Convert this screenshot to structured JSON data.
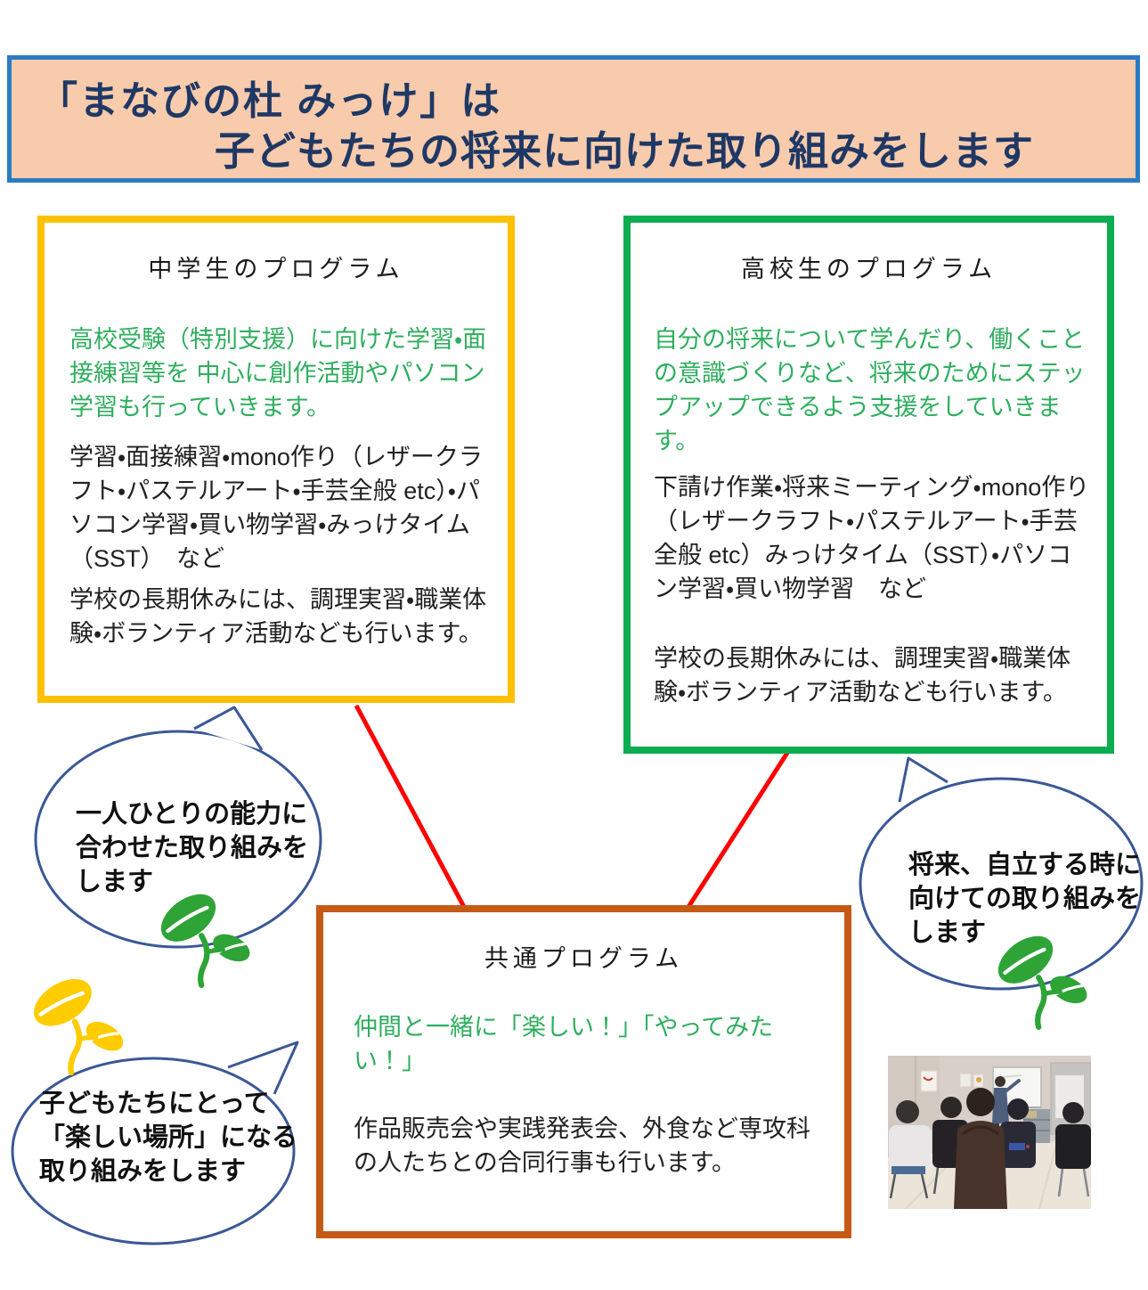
{
  "header": {
    "line1": "「まなびの杜 みっけ」は",
    "line2": "子どもたちの将来に向けた取り組みをします"
  },
  "boxes": {
    "junior": {
      "title": "中学生のプログラム",
      "lead": "高校受験（特別支援）に向けた学習・面接練習等を 中心に創作活動やパソコン学習も行っていきます。",
      "body1": "学習・面接練習・mono作り（レザークラフト・パステルアート・手芸全般 etc）・パソコン学習・買い物学習・みっけタイム（SST）　など",
      "body2": "学校の長期休みには、調理実習・職業体験・ボランティア活動なども行います。"
    },
    "senior": {
      "title": "高校生のプログラム",
      "lead": "自分の将来について学んだり、働くことの意識づくりなど、将来のためにステップアップできるよう支援をしていきます。",
      "body1": "下請け作業・将来ミーティング・mono作り（レザークラフト・パステルアート・手芸全般 etc）みっけタイム（SST）・パソコン学習・買い物学習　など",
      "body2": "学校の長期休みには、調理実習・職業体験・ボランティア活動なども行います。"
    },
    "common": {
      "title": "共通プログラム",
      "lead": "仲間と一緒に「楽しい！」「やってみたい！」",
      "body1": "作品販売会や実践発表会、外食など専攻科の人たちとの合同行事も行います。"
    }
  },
  "bubbles": {
    "ability": {
      "lines": [
        "一人ひとりの能力に",
        "合わせた取り組みを",
        "します"
      ]
    },
    "future": {
      "lines": [
        "将来、自立する時に",
        "向けての取り組みを",
        "します"
      ]
    },
    "fun": {
      "lines": [
        "子どもたちにとって",
        "「楽しい場所」になる",
        "取り組みをします"
      ]
    }
  },
  "icons": {
    "sprout_left": "green-sprout-icon",
    "sprout_bottom_left": "yellow-sprout-icon",
    "sprout_right": "green-sprout-icon",
    "photo": "classroom-lesson-photo"
  },
  "colors": {
    "header_bg": "#F8CBAD",
    "header_border": "#2B7BC4",
    "header_text": "#1F3864",
    "junior_border": "#FFC000",
    "senior_border": "#0CAD50",
    "common_border": "#C45A15",
    "accent_text_green": "#2FAE5E",
    "connector_red": "#FF0000",
    "bubble_outline": "#3A5896",
    "sprout_green": "#2EA336",
    "sprout_yellow": "#FFCC00"
  }
}
